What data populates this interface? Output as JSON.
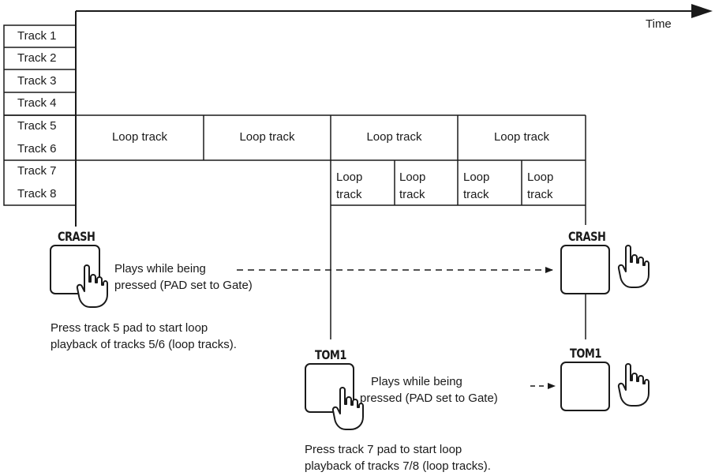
{
  "time_label": "Time",
  "tracks": [
    "Track 1",
    "Track 2",
    "Track 3",
    "Track 4",
    "Track 5",
    "Track 6",
    "Track 7",
    "Track 8"
  ],
  "loop_tracks_56": [
    "Loop track",
    "Loop track",
    "Loop track",
    "Loop track"
  ],
  "loop_tracks_78": [
    {
      "line1": "Loop",
      "line2": "track"
    },
    {
      "line1": "Loop",
      "line2": "track"
    },
    {
      "line1": "Loop",
      "line2": "track"
    },
    {
      "line1": "Loop",
      "line2": "track"
    }
  ],
  "pads": {
    "crash_label": "CRASH",
    "tom1_label": "TOM1"
  },
  "annotations": {
    "crash_gate_line1": "Plays while being",
    "crash_gate_line2": "pressed (PAD set to Gate)",
    "tom1_gate_line1": "Plays while being",
    "tom1_gate_line2": "pressed (PAD set to Gate)",
    "press5_line1": "Press track 5 pad to start loop",
    "press5_line2": "playback of tracks 5/6 (loop tracks).",
    "press7_line1": "Press track 7 pad to start loop",
    "press7_line2": "playback of tracks 7/8 (loop tracks)."
  }
}
